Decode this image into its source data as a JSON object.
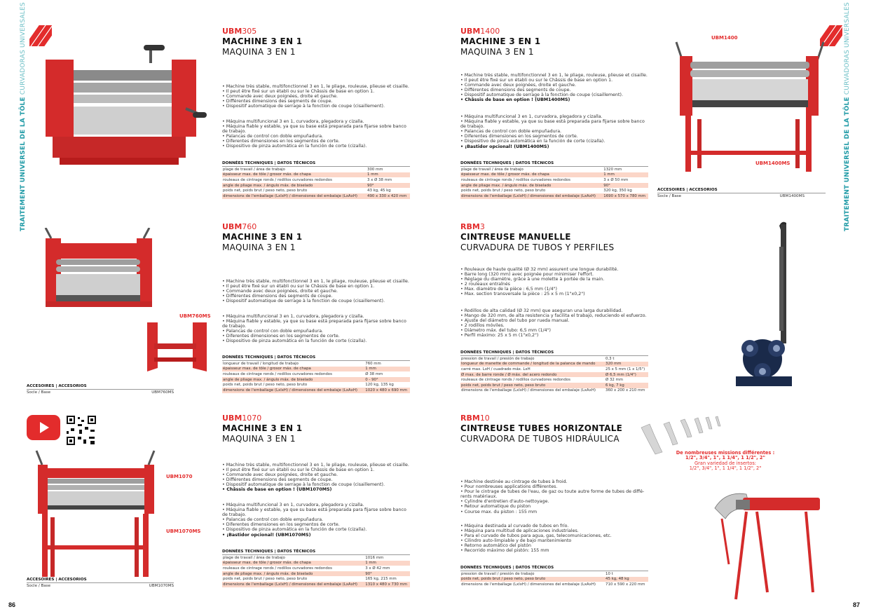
{
  "side": {
    "left": {
      "bold": "TRAITEMENT UNIVERSEL DE LA TÔLE",
      "light": "CURVADORAS UNIVERSALES"
    },
    "right": {
      "bold": "TRAITEMENT UNIVERSEL DE LA TÔLE",
      "light": "CURVADORAS UNIVERSALES"
    }
  },
  "pages": {
    "left": "86",
    "right": "87"
  },
  "colors": {
    "accent": "#e32c2c",
    "teal": "#1f9aa6",
    "row_highlight": "#fbd6c8"
  },
  "products": {
    "ubm305": {
      "code_bold": "UBM",
      "code_num": "305",
      "title_fr": "MACHINE 3 EN 1",
      "title_es": "MAQUINA 3 EN 1",
      "fr": [
        "Machine très stable, multifonctionnel 3 en 1, le pliage, rouleuse, plieuse et cisaille.",
        "Il peut être fixé sur un établi ou sur le Châssis de base en option 1.",
        "Commande avec deux poignées, droite et gauche.",
        "Différentes dimensions des segments de coupe.",
        "Dispositif automatique de serrage à la fonction de coupe (cisaillement)."
      ],
      "es": [
        "Máquina multifuncional 3 en 1, curvadora, plegadora y cizalla.",
        "Máquina fiable y estable, ya que su base está preparada para fijarse sobre banco de trabajo.",
        "Palancas de control con doble empuñadura.",
        "Diferentes dimensiones en los segmentos de corte.",
        "Dispositivo de pinza automática en la función de corte (cizalla)."
      ],
      "specs_header": "DONNÉES TECHNIQUES | DATOS TÉCNICOS",
      "specs": [
        [
          "plage de travail / área de trabajo",
          "300 mm"
        ],
        [
          "épaisseur max. de tôle / grosor máx. de chapa",
          "1 mm"
        ],
        [
          "rouleaux de cintrage ronds / rodillos curvadores redondos",
          "3 x Ø 38 mm"
        ],
        [
          "angle de pliage max. / ángulo máx. de biselado",
          "90°"
        ],
        [
          "poids net, poids brut / peso neto, peso bruto",
          "43 kg, 45 kg"
        ],
        [
          "dimensions de l'emballage (LxlxH) / dimensiones del embalaje (LxAxH)",
          "490 x 330 x 420 mm"
        ]
      ]
    },
    "ubm760": {
      "code_bold": "UBM",
      "code_num": "760",
      "title_fr": "MACHINE 3 EN 1",
      "title_es": "MAQUINA 3 EN 1",
      "fr": [
        "Machine très stable, multifonctionnel 3 en 1, le pliage, rouleuse, plieuse et cisaille.",
        "Il peut être fixé sur un établi ou sur le Châssis de base en option 1.",
        "Commande avec deux poignées, droite et gauche.",
        "Différentes dimensions des segments de coupe.",
        "Dispositif automatique de serrage à la fonction de coupe (cisaillement)."
      ],
      "es": [
        "Máquina multifuncional 3 en 1, curvadora, plegadora y cizalla.",
        "Máquina fiable y estable, ya que su base está preparada para fijarse sobre banco de trabajo.",
        "Palancas de control con doble empuñadura.",
        "Diferentes dimensiones en los segmentos de corte.",
        "Dispositivo de pinza automática en la función de corte (cizalla)."
      ],
      "specs_header": "DONNÉES TECHNIQUES | DATOS TÉCNICOS",
      "specs": [
        [
          "longueur de travail / longitud de trabajo",
          "760 mm"
        ],
        [
          "épaisseur max. de tôle / grosor máx. de chapa",
          "1 mm"
        ],
        [
          "rouleaux de cintrage ronds / rodillos curvadores redondos",
          "Ø 38 mm"
        ],
        [
          "angle de pliage max. / ángulo máx. de biselado",
          "0 - 90°"
        ],
        [
          "poids net, poids brut / peso neto, peso bruto",
          "120 kg, 135 kg"
        ],
        [
          "dimensions de l'emballage (LxlxH) / dimensiones del embalaje (LxAxH)",
          "1020 x 480 x 690 mm"
        ]
      ],
      "label": "UBM760MS",
      "acc_header": "ACCESOIRES | ACCESORIOS",
      "acc_name": "Socle / Base",
      "acc_code": "UBM760MS"
    },
    "ubm1070": {
      "code_bold": "UBM",
      "code_num": "1070",
      "title_fr": "MACHINE 3 EN 1",
      "title_es": "MAQUINA 3 EN 1",
      "fr": [
        "Machine très stable, multifonctionnel 3 en 1, le pliage, rouleuse, plieuse et cisaille.",
        "Il peut être fixé sur un établi ou sur le Châssis de base en option 1.",
        "Commande avec deux poignées, droite et gauche.",
        "Différentes dimensions des segments de coupe.",
        "Dispositif automatique de serrage à la fonction de coupe (cisaillement)."
      ],
      "fr_strong": "Châssis de base en option ! (UBM1070MS)",
      "es": [
        "Máquina multifuncional 3 en 1, curvadora, plegadora y cizalla.",
        "Máquina fiable y estable, ya que su base está preparada para fijarse sobre banco de trabajo.",
        "Palancas de control con doble empuñadura.",
        "Diferentes dimensiones en los segmentos de corte.",
        "Dispositivo de pinza automática en la función de corte (cizalla)."
      ],
      "es_strong": "¡Bastidor opcional! (UBM1070MS)",
      "specs_header": "DONNÉES TECHNIQUES | DATOS TÉCNICOS",
      "specs": [
        [
          "plage de travail / área de trabajo",
          "1016 mm"
        ],
        [
          "épaisseur max. de tôle / grosor máx. de chapa",
          "1 mm"
        ],
        [
          "rouleaux de cintrage ronds / rodillos curvadores redondos",
          "3 x Ø 42 mm"
        ],
        [
          "angle de pliage max. / ángulo máx. de biselado",
          "90°"
        ],
        [
          "poids net, poids brut / peso neto, peso bruto",
          "165 kg, 215 mm"
        ],
        [
          "dimensions de l'emballage (LxlxH) / dimensiones del embalaje (LxAxH)",
          "1310 x 480 x 730 mm"
        ]
      ],
      "label_top": "UBM1070",
      "label_bottom": "UBM1070MS",
      "acc_header": "ACCESOIRES | ACCESORIOS",
      "acc_name": "Socle / Base",
      "acc_code": "UBM1070MS"
    },
    "ubm1400": {
      "code_bold": "UBM",
      "code_num": "1400",
      "title_fr": "MACHINE 3 EN 1",
      "title_es": "MAQUINA 3 EN 1",
      "fr": [
        "Machine très stable, multifonctionnel 3 en 1, le pliage, rouleuse, plieuse et cisaille.",
        "Il peut être fixé sur un établi ou sur le Châssis de base en option 1.",
        "Commande avec deux poignées, droite et gauche.",
        "Différentes dimensions des segments de coupe.",
        "Dispositif automatique de serrage à la fonction de coupe (cisaillement)."
      ],
      "fr_strong": "Châssis de base en option ! (UBM1400MS)",
      "es": [
        "Máquina multifuncional 3 en 1, curvadora, plegadora y cizalla.",
        "Máquina fiable y estable, ya que su base está preparada para fijarse sobre banco de trabajo.",
        "Palancas de control con doble empuñadura.",
        "Diferentes dimensiones en los segmentos de corte.",
        "Dispositivo de pinza automática en la función de corte (cizalla)."
      ],
      "es_strong": "¡Bastidor opcional! (UBM1400MS)",
      "specs_header": "DONNÉES TECHNIQUES | DATOS TÉCNICOS",
      "specs": [
        [
          "plage de travail / área de trabajo",
          "1320 mm"
        ],
        [
          "épaisseur max. de tôle / grosor máx. de chapa",
          "1 mm"
        ],
        [
          "rouleaux de cintrage ronds / rodillos curvadores redondos",
          "3 x Ø 50 mm"
        ],
        [
          "angle de pliage max. / ángulo máx. de biselado",
          "90°"
        ],
        [
          "poids net, poids brut / peso neto, peso bruto",
          "320 kg, 350 kg"
        ],
        [
          "dimensions de l'emballage (LxlxH) / dimensiones del embalaje (LxAxH)",
          "1690 x 570 x 780 mm"
        ]
      ],
      "label_top": "UBM1400",
      "label_bottom": "UBM1400MS",
      "acc_header": "ACCESOIRES | ACCESORIOS",
      "acc_name": "Socle / Base",
      "acc_code": "UBM1400MS"
    },
    "rbm3": {
      "code_bold": "RBM",
      "code_num": "3",
      "title_fr": "CINTREUSE MANUELLE",
      "title_es": "CURVADURA DE TUBOS Y PERFILES",
      "fr": [
        "Rouleaux de haute qualité (Ø 32 mm) assurent une longue durabilité.",
        "Barre long (320 mm) avec poignée pour minimiser l'effort.",
        "Réglage du diamètre, grâce à une molette à portée de la main.",
        "2 rouleaux entraînés",
        "Max. diamètre de la pièce : 6,5 mm (1/4\")",
        "Max. section transversale la pièce : 25 x 5 m (1\"x0,2\")"
      ],
      "es": [
        "Rodillos de alta calidad (Ø 32 mm) que aseguran una larga durabilidad.",
        "Mango de 320 mm, de alta resistencia y facilita el trabajo, reduciendo el esfuerzo.",
        "Ajuste del diámetro del tubo por rueda manual.",
        "2 rodillos móviles.",
        "Diámetro máx. del tubo: 6,5 mm (1/4\")",
        "Perfil máximo: 25 x 5 m (1\"x0,2\")"
      ],
      "specs_header": "DONNÉES TECHNIQUES | DATOS TÉCNICOS",
      "specs": [
        [
          "pression de travail / presión de trabajo",
          "0,3 t"
        ],
        [
          "longueur de manette de commande / longitud de la palanca de mando",
          "320 mm"
        ],
        [
          "carré max. LxH / cuadrado máx. LxH",
          "25 x 5 mm (1 x 1/5\")"
        ],
        [
          "Ø max. de barre ronde / Ø máx. del acero redondo",
          "Ø 6,5 mm (1/4\")"
        ],
        [
          "rouleaux de cintrage ronds / rodillos curvadores redondos",
          "Ø 32 mm"
        ],
        [
          "poids net, poids brut / peso neto, peso bruto",
          "6 kg, 7 kg"
        ],
        [
          "dimensions de l'emballage (LxlxH) / dimensiones del embalaje (LxAxH)",
          "360 x 200 x 210 mm"
        ]
      ]
    },
    "rbm10": {
      "code_bold": "RBM",
      "code_num": "10",
      "title_fr": "CINTREUSE TUBES HORIZONTALE",
      "title_es": "CURVADORA DE TUBOS HIDRÁULICA",
      "fr": [
        "Machine destinée au cintrage de tubes à froid.",
        "Pour nombreuses applications différentes.",
        "Pour le cintrage de tubes de l'eau, de gaz ou toute autre forme de tubes de diffé-rents matériaux.",
        "Cylindre d'entretien d'auto-nettoyage.",
        "Retour automatique du piston",
        "Course max. du piston : 155 mm"
      ],
      "es": [
        "Máquina destinada al curvado de tubos en frío.",
        "Máquina para multitud de aplicaciones industriales.",
        "Para el curvado de tubos para agua, gas, telecomunicaciones, etc.",
        "Cilindro auto-limpiable y de bajo mantenimiento",
        "Retorno automático del pistón",
        "Recorrido máximo del pistón: 155 mm"
      ],
      "specs_header": "DONNÉES TECHNIQUES | DATOS TÉCNICOS",
      "specs": [
        [
          "pression de travail / presión de trabajo",
          "10 t"
        ],
        [
          "poids net, poids brut / peso neto, peso bruto",
          "45 kg, 48 kg"
        ],
        [
          "dimensions de l'emballage (LxlxH) / dimensiones del embalaje (LxAxH)",
          "710 x 590 x 220 mm"
        ]
      ],
      "note_bold1": "De nombreuses missions différentes :",
      "note_bold2": "1/2\", 3/4\", 1\", 1 1/4\", 1 1/2\", 2\"",
      "note_es1": "Gran variedad de insertos:",
      "note_es2": "1/2\", 3/4\", 1\", 1 1/4\", 1 1/2\", 2\""
    }
  }
}
